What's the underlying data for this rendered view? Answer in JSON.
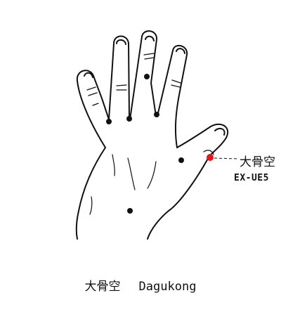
{
  "diagram": {
    "point": {
      "name_cn": "大骨空",
      "code": "EX-UE5",
      "marker_color": "#e8141c"
    },
    "caption": {
      "name_cn": "大骨空",
      "pinyin": "Dagukong"
    },
    "line_color": "#111111",
    "dot_color": "#111111"
  }
}
